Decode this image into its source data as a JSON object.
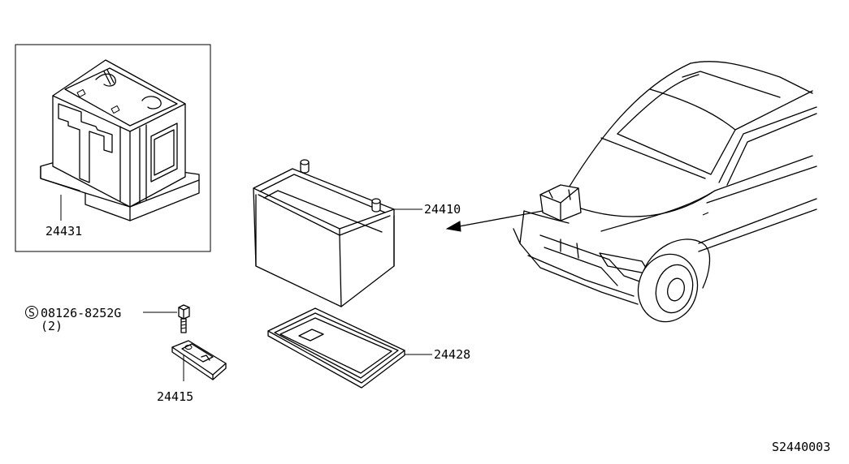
{
  "callouts": {
    "battery_cover": "24431",
    "battery": "24410",
    "bolt": "08126-8252G",
    "bolt_qty": "(2)",
    "bolt_symbol": "S",
    "hold_down": "24415",
    "tray": "24428"
  },
  "diagram_code": "S2440003"
}
